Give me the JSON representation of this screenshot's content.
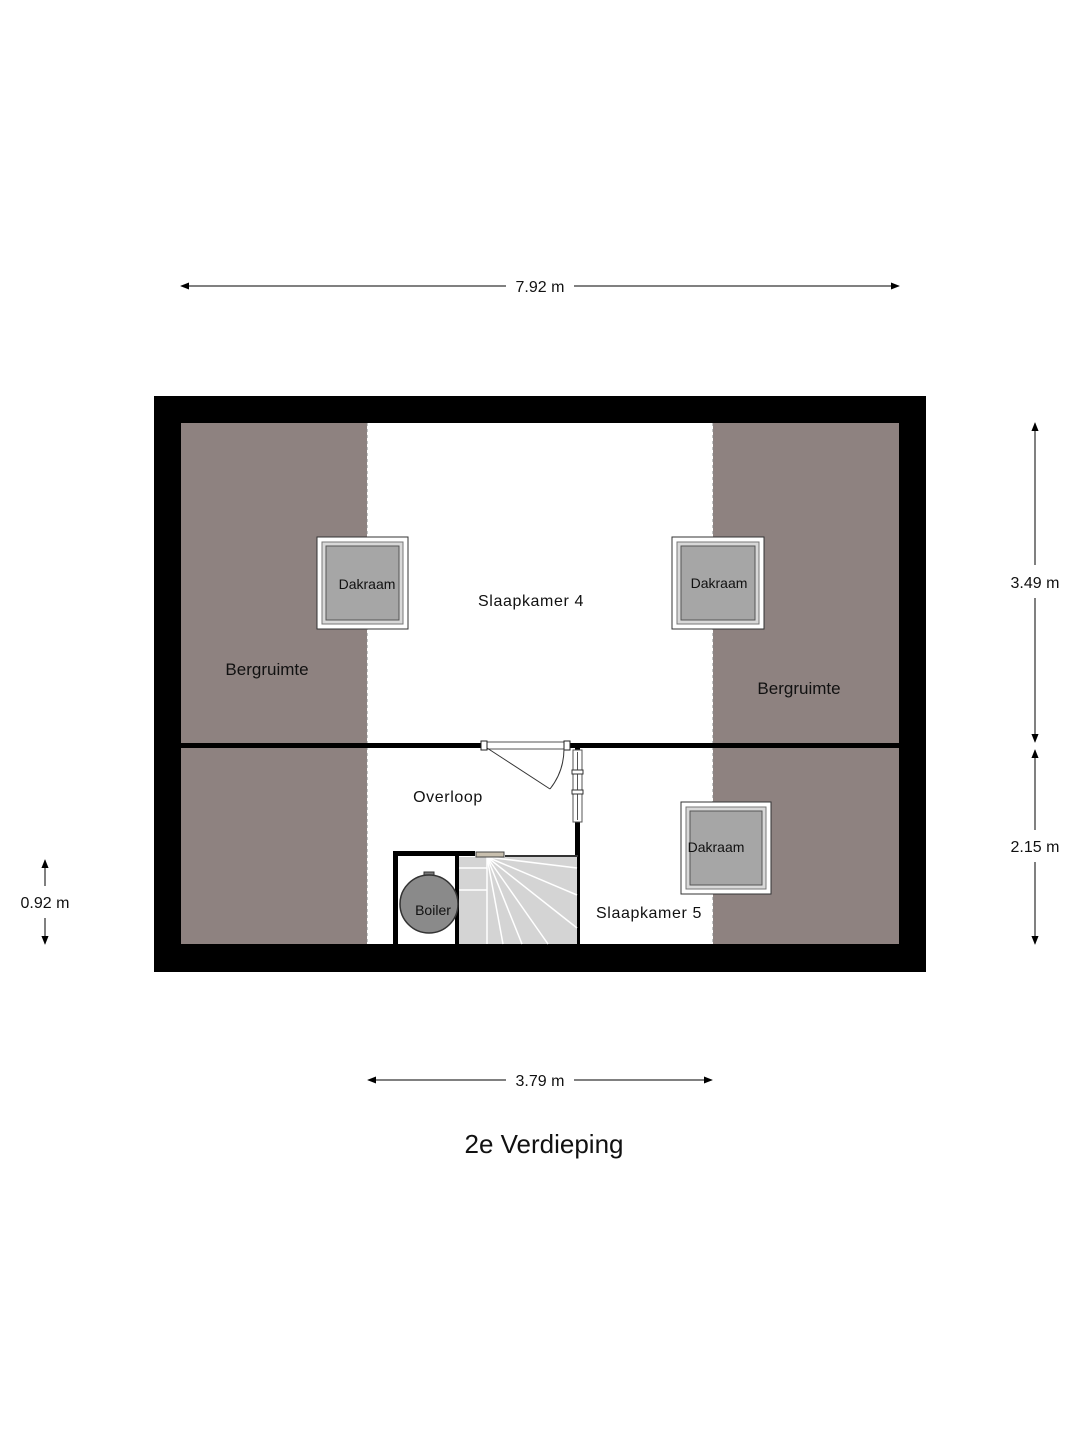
{
  "plan": {
    "title": "2e Verdieping",
    "colors": {
      "wall": "#000000",
      "storage": "#8e8280",
      "room": "#ffffff",
      "skylight_glass": "#a6a6a6",
      "stairs": "#d4d4d4",
      "boiler": "#8a8a8a"
    }
  },
  "rooms": {
    "slaapkamer4": "Slaapkamer 4",
    "slaapkamer5": "Slaapkamer 5",
    "overloop": "Overloop",
    "bergruimte_left": "Bergruimte",
    "bergruimte_right": "Bergruimte"
  },
  "fixtures": {
    "dakraam_1": "Dakraam",
    "dakraam_2": "Dakraam",
    "dakraam_3": "Dakraam",
    "boiler": "Boiler"
  },
  "dimensions": {
    "total_width": "7.92 m",
    "bottom_width": "3.79 m",
    "right_upper": "3.49 m",
    "right_lower": "2.15 m",
    "left_small": "0.92 m"
  }
}
